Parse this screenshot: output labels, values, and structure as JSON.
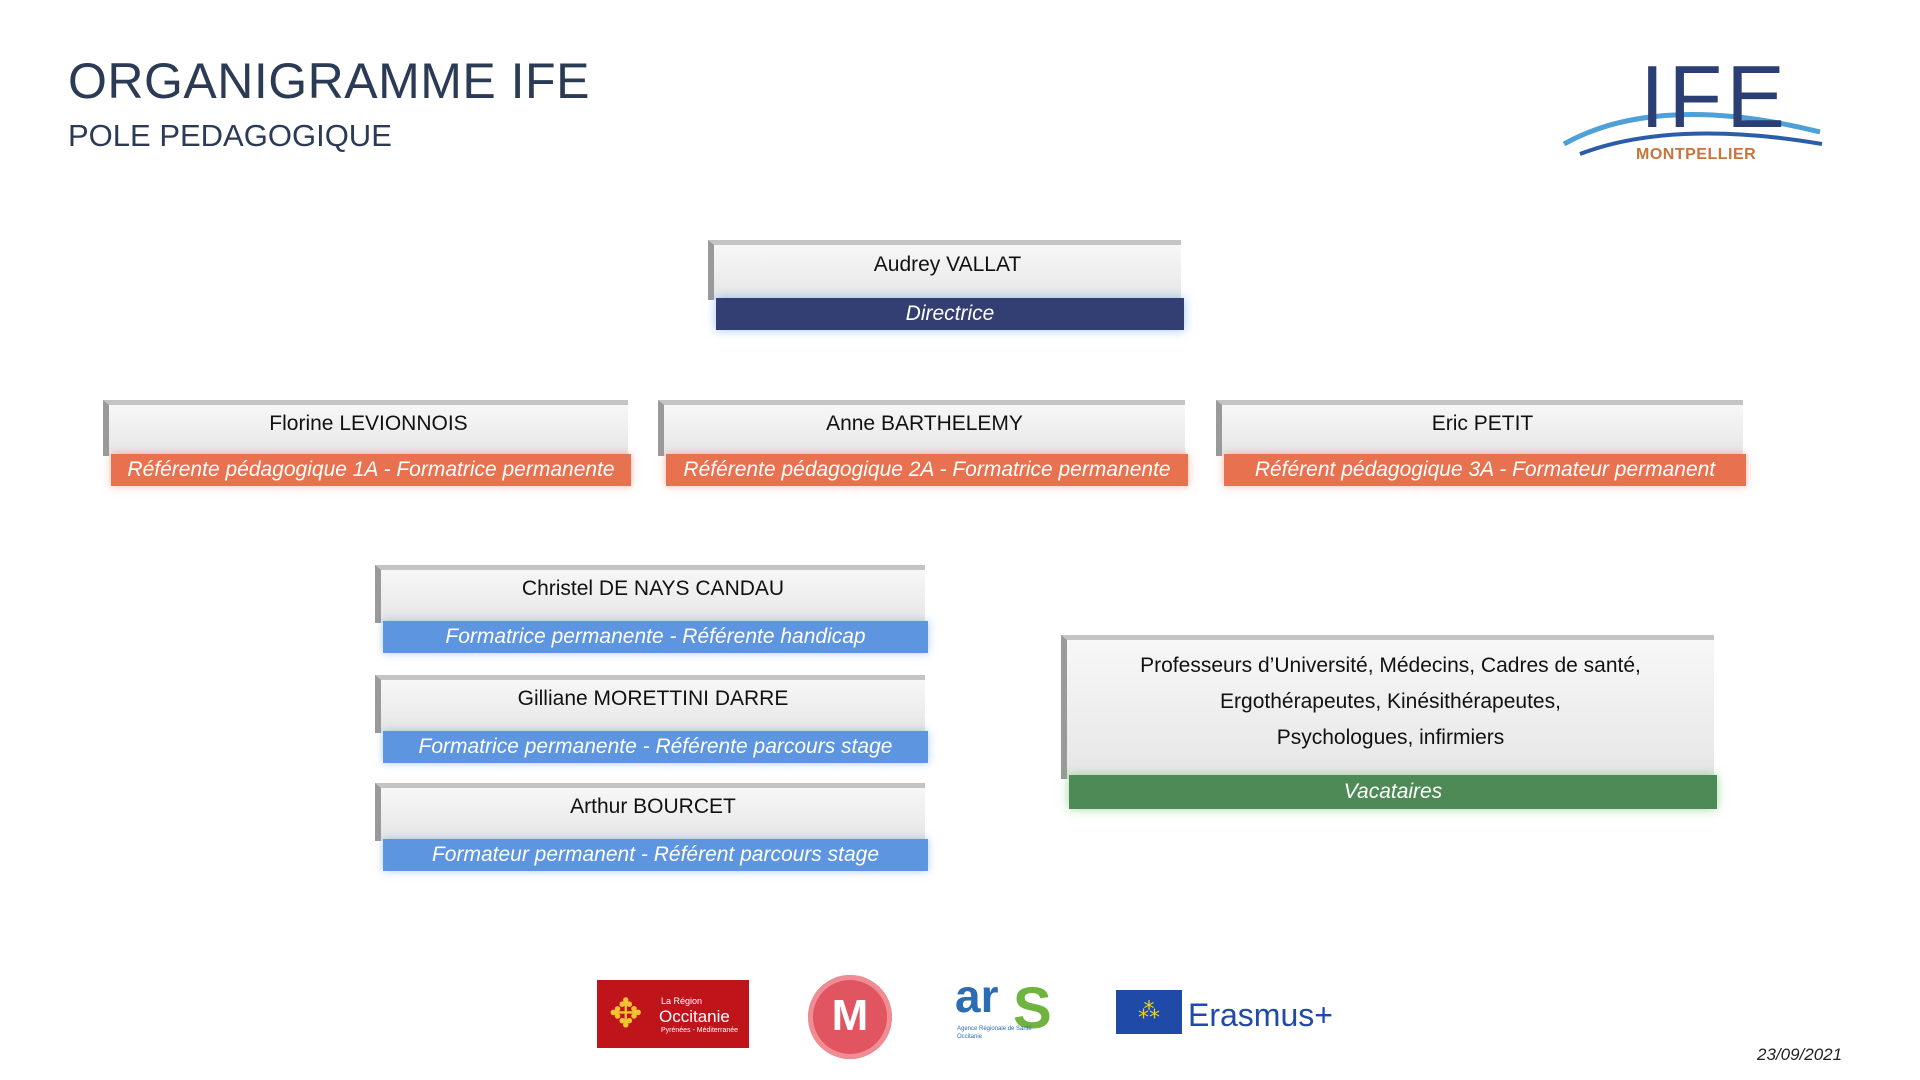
{
  "header": {
    "title": "ORGANIGRAMME IFE",
    "subtitle": "POLE PEDAGOGIQUE"
  },
  "logo": {
    "name": "IFE",
    "city": "MONTPELLIER"
  },
  "nodes": {
    "director": {
      "name": "Audrey VALLAT",
      "role": "Directrice"
    },
    "ref1": {
      "name": "Florine LEVIONNOIS",
      "role": "Référente pédagogique 1A - Formatrice permanente"
    },
    "ref2": {
      "name": "Anne BARTHELEMY",
      "role": "Référente pédagogique 2A - Formatrice permanente"
    },
    "ref3": {
      "name": "Eric PETIT",
      "role": "Référent pédagogique 3A - Formateur permanent"
    },
    "f1": {
      "name": "Christel DE NAYS CANDAU",
      "role": "Formatrice permanente - Référente handicap"
    },
    "f2": {
      "name": "Gilliane MORETTINI DARRE",
      "role": "Formatrice permanente - Référente parcours stage"
    },
    "f3": {
      "name": "Arthur BOURCET",
      "role": "Formateur permanent - Référent parcours stage"
    },
    "vac": {
      "line1": "Professeurs d’Université, Médecins, Cadres de santé,",
      "line2": "Ergothérapeutes, Kinésithérapeutes,",
      "line3": "Psychologues, infirmiers",
      "role": "Vacataires"
    }
  },
  "partners": {
    "occitanie": {
      "line1": "La Région",
      "line2": "Occitanie",
      "line3": "Pyrénées - Méditerranée"
    },
    "university_seal": "M",
    "ars": {
      "mark_a": "ar",
      "mark_s": "S",
      "line1": "Agence Régionale de Santé",
      "line2": "Occitanie"
    },
    "erasmus": "Erasmus+"
  },
  "date": "23/09/2021",
  "colors": {
    "title": "#2b3a55",
    "directrice": "#333f73",
    "referent": "#e8724f",
    "formateur": "#5e95e0",
    "vacataires": "#4e8a55"
  }
}
